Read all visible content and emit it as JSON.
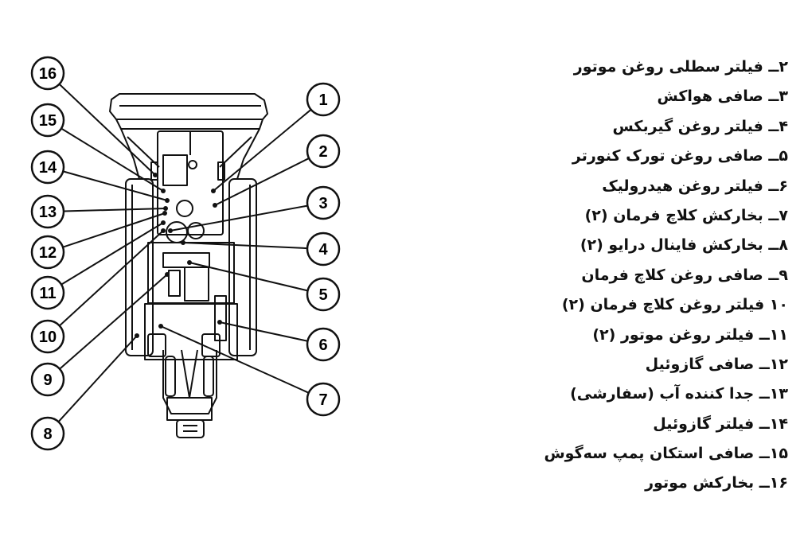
{
  "callouts": [
    "1",
    "2",
    "3",
    "4",
    "5",
    "6",
    "7",
    "8",
    "9",
    "10",
    "11",
    "12",
    "13",
    "14",
    "15",
    "16"
  ],
  "legend": [
    "۲ــ فیلتر سطلی روغن موتور",
    "۳ــ صافی هواکش",
    "۴ــ فیلتر روغن گیربکس",
    "۵ــ صافی روغن تورک کنورتر",
    "۶ــ فیلتر روغن هیدرولیک",
    "۷ــ بخارکش کلاچ فرمان (۲)",
    "۸ــ بخارکش فاینال درایو (۲)",
    "۹ــ صافی روغن کلاچ فرمان",
    "۱۰ فیلتر روغن کلاچ فرمان (۲)",
    "۱۱ــ فیلتر روغن موتور (۲)",
    "۱۲ــ صافی گازوئیل",
    "۱۳ــ جدا کننده آب (سفارشی)",
    "۱۴ــ فیلتر گازوئیل",
    "۱۵ــ صافی استکان پمپ سه‌گوش",
    "۱۶ــ بخارکش موتور"
  ]
}
